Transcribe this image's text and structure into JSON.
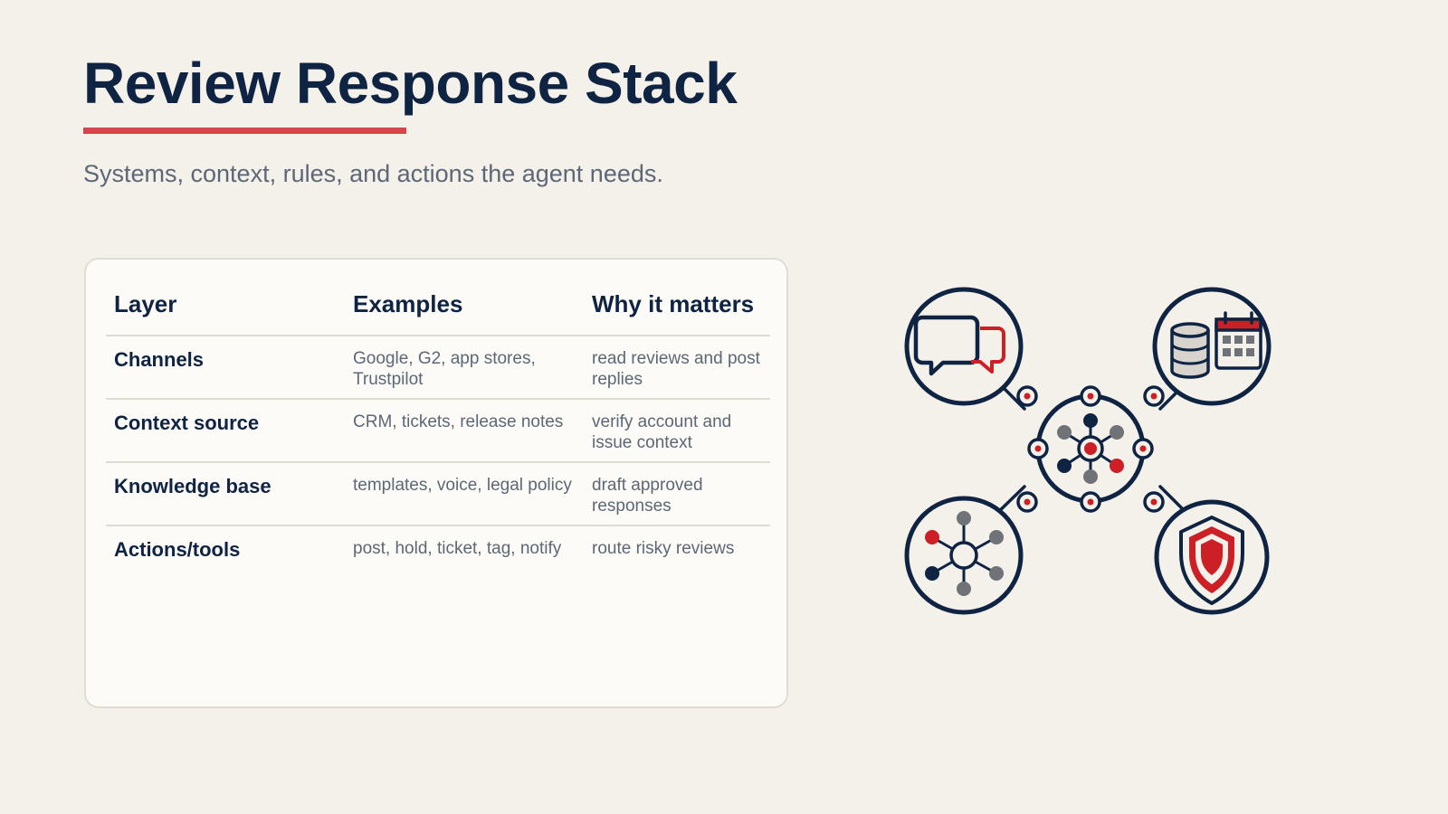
{
  "title": "Review Response Stack",
  "subtitle": "Systems, context, rules, and actions the agent needs.",
  "table": {
    "headers": [
      "Layer",
      "Examples",
      "Why it matters"
    ],
    "rows": [
      {
        "layer": "Channels",
        "examples": "Google, G2, app stores, Trustpilot",
        "why": "read reviews and post replies"
      },
      {
        "layer": "Context source",
        "examples": "CRM, tickets, release notes",
        "why": "verify account and issue context"
      },
      {
        "layer": "Knowledge base",
        "examples": "templates, voice, legal policy",
        "why": "draft approved responses"
      },
      {
        "layer": "Actions/tools",
        "examples": "post, hold, ticket, tag, notify",
        "why": "route risky reviews"
      }
    ]
  },
  "diagram": {
    "icons": [
      "chat-bubbles-icon",
      "database-calendar-icon",
      "network-icon",
      "shield-icon",
      "central-hub-icon"
    ],
    "colors": {
      "navy": "#0f2342",
      "red": "#cc1f26",
      "gray": "#6f7277",
      "light": "#d8d3cc",
      "accent_rule": "#d9434a"
    }
  }
}
